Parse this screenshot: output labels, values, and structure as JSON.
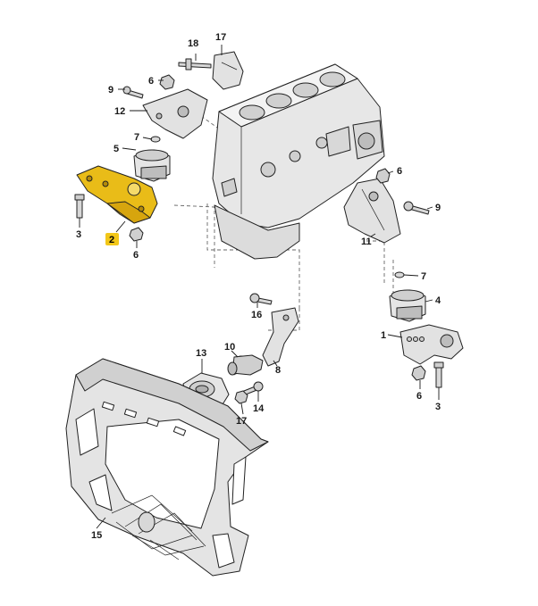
{
  "colors": {
    "highlight_fill": "#e9bc18",
    "highlight_label_bg": "#f2c719",
    "part_fill": "#e7e7e7",
    "part_shade": "#bdbdbd",
    "outline": "#222222"
  },
  "callouts": {
    "c1": "1",
    "c2": "2",
    "c3a": "3",
    "c3b": "3",
    "c4": "4",
    "c5": "5",
    "c6a": "6",
    "c6b": "6",
    "c6c": "6",
    "c6d": "6",
    "c7a": "7",
    "c7b": "7",
    "c8": "8",
    "c9a": "9",
    "c9b": "9",
    "c10": "10",
    "c11": "11",
    "c12": "12",
    "c13": "13",
    "c14": "14",
    "c15": "15",
    "c16": "16",
    "c17a": "17",
    "c17b": "17",
    "c18": "18"
  },
  "highlighted_callout": "2"
}
